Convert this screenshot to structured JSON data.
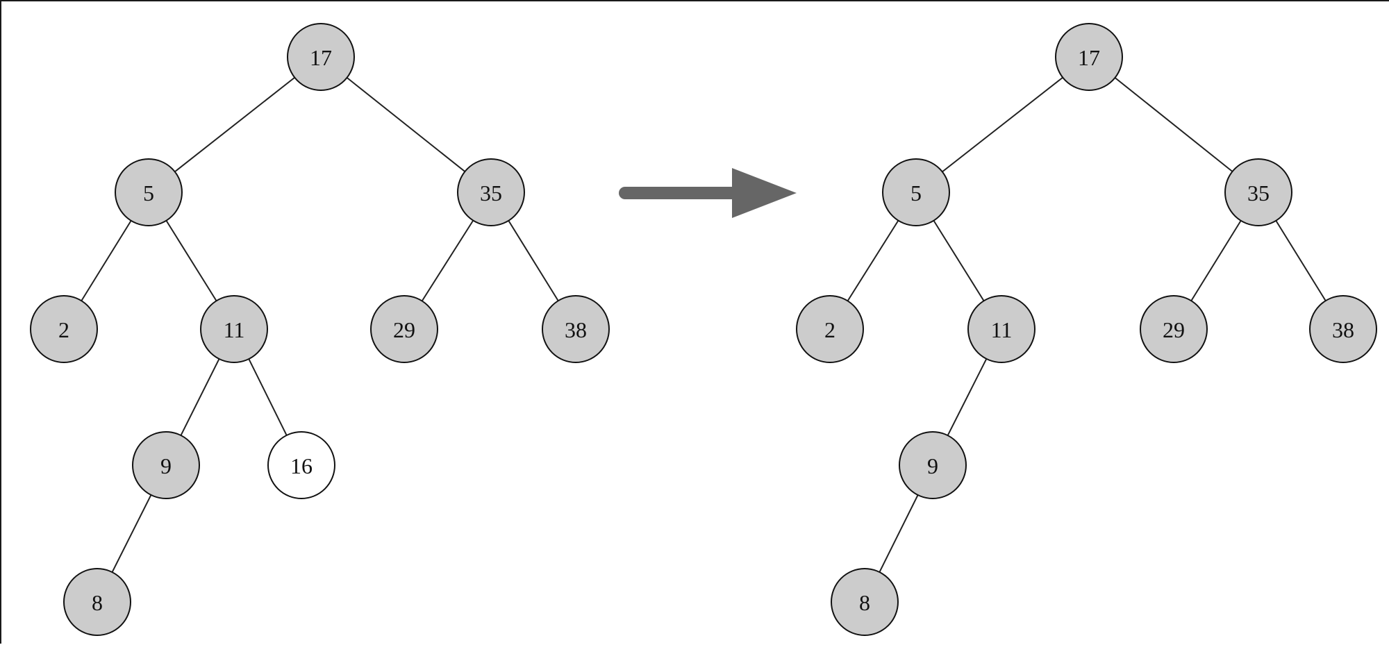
{
  "colors": {
    "node_fill": "#cccccc",
    "removed_node_fill": "#ffffff",
    "node_stroke": "#111111",
    "edge": "#222222",
    "arrow": "#666666"
  },
  "trees": [
    {
      "nodes": [
        {
          "id": "17",
          "label": "17",
          "state": "kept"
        },
        {
          "id": "5",
          "label": "5",
          "state": "kept"
        },
        {
          "id": "35",
          "label": "35",
          "state": "kept"
        },
        {
          "id": "2",
          "label": "2",
          "state": "kept"
        },
        {
          "id": "11",
          "label": "11",
          "state": "kept"
        },
        {
          "id": "29",
          "label": "29",
          "state": "kept"
        },
        {
          "id": "38",
          "label": "38",
          "state": "kept"
        },
        {
          "id": "9",
          "label": "9",
          "state": "kept"
        },
        {
          "id": "16",
          "label": "16",
          "state": "removed"
        },
        {
          "id": "8",
          "label": "8",
          "state": "kept"
        }
      ],
      "edges": [
        [
          "17",
          "5"
        ],
        [
          "17",
          "35"
        ],
        [
          "5",
          "2"
        ],
        [
          "5",
          "11"
        ],
        [
          "35",
          "29"
        ],
        [
          "35",
          "38"
        ],
        [
          "11",
          "9"
        ],
        [
          "11",
          "16"
        ],
        [
          "9",
          "8"
        ]
      ]
    },
    {
      "nodes": [
        {
          "id": "17",
          "label": "17",
          "state": "kept"
        },
        {
          "id": "5",
          "label": "5",
          "state": "kept"
        },
        {
          "id": "35",
          "label": "35",
          "state": "kept"
        },
        {
          "id": "2",
          "label": "2",
          "state": "kept"
        },
        {
          "id": "11",
          "label": "11",
          "state": "kept"
        },
        {
          "id": "29",
          "label": "29",
          "state": "kept"
        },
        {
          "id": "38",
          "label": "38",
          "state": "kept"
        },
        {
          "id": "9",
          "label": "9",
          "state": "kept"
        },
        {
          "id": "8",
          "label": "8",
          "state": "kept"
        }
      ],
      "edges": [
        [
          "17",
          "5"
        ],
        [
          "17",
          "35"
        ],
        [
          "5",
          "2"
        ],
        [
          "5",
          "11"
        ],
        [
          "35",
          "29"
        ],
        [
          "35",
          "38"
        ],
        [
          "11",
          "9"
        ],
        [
          "9",
          "8"
        ]
      ]
    }
  ],
  "transition_arrow": {
    "icon": "right-arrow-icon"
  }
}
